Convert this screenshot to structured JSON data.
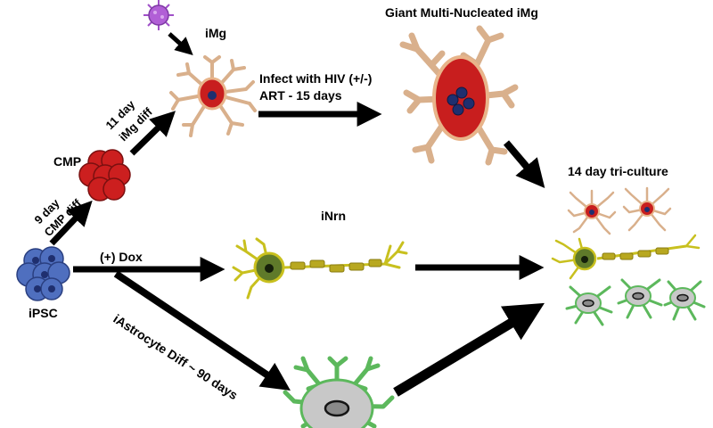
{
  "labels": {
    "imicroglia": "iMg",
    "giant": "Giant Multi-Nucleated iMg",
    "infect_line1": "Infect with HIV (+/-)",
    "infect_line2": "ART - 15 days",
    "cmp": "CMP",
    "ipsc": "iPSC",
    "day11_line1": "11 day",
    "day11_line2": "iMg diff",
    "day9_line1": "9 day",
    "day9_line2": "CMP diff",
    "dox": "(+) Dox",
    "inrn": "iNrn",
    "astro_diff": "iAstrocyte Diff ~ 90 days",
    "triculture": "14 day tri-culture"
  },
  "colors": {
    "ipsc_fill": "#4f6fbf",
    "cmp_fill": "#cc1f1f",
    "microglia_branch": "#d9b08c",
    "microglia_nucleus": "#c81e1e",
    "neuron_branch": "#c8c01e",
    "neuron_soma": "#5f7a2a",
    "astro_branch": "#5cb85c",
    "astro_soma": "#c8c8c8",
    "virus": "#a050c8"
  }
}
